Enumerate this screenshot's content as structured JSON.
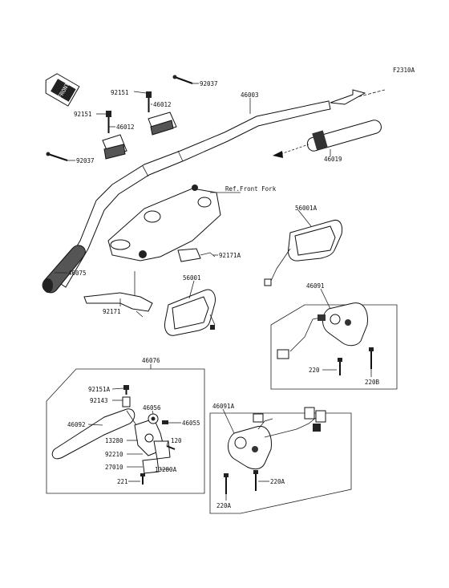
{
  "figure_code": "F2310A",
  "front_badge": "FRONT",
  "labels": {
    "p92037_top": "92037",
    "p92151_top": "92151",
    "p46012_top": "46012",
    "p46003": "46003",
    "p92151_left": "92151",
    "p46012_left": "46012",
    "p92037_left": "92037",
    "p46019": "46019",
    "ref_front_fork": "Ref.Front Fork",
    "p56001A": "56001A",
    "p92171A": "92171A",
    "p46075": "46075",
    "p56001": "56001",
    "p46091": "46091",
    "p92171": "92171",
    "p220_right": "220",
    "p220B": "220B",
    "p46076": "46076",
    "p92151A": "92151A",
    "p92143": "92143",
    "p46056": "46056",
    "p46092": "46092",
    "p46055": "46055",
    "p13280": "13280",
    "p120": "120",
    "p92210": "92210",
    "p27010": "27010",
    "p13280A": "13280A",
    "p221": "221",
    "p46091A": "46091A",
    "p220A_mid": "220A",
    "p220A_bottom": "220A"
  }
}
